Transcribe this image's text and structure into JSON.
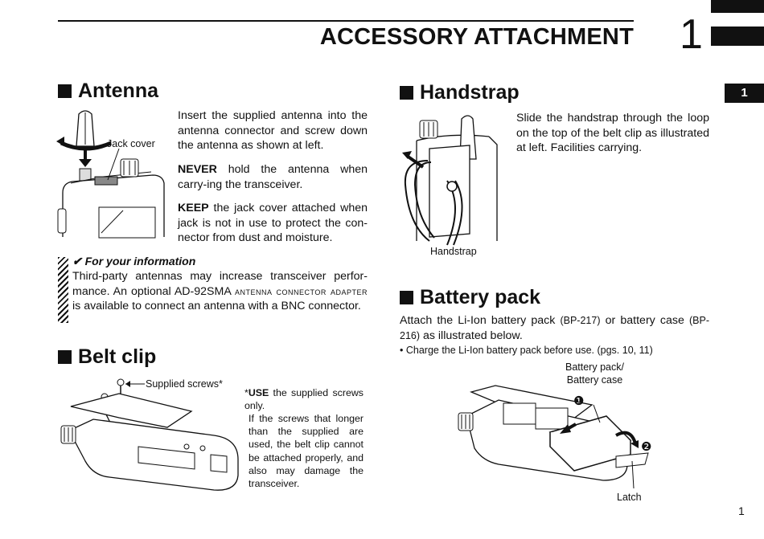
{
  "header": {
    "title": "ACCESSORY ATTACHMENT",
    "chapter_number": "1",
    "tab_label": "1",
    "page_number": "1"
  },
  "antenna": {
    "title": "Antenna",
    "jack_cover_label": "Jack cover",
    "para1": "Insert the supplied antenna into the antenna connector and screw down the antenna as shown at left.",
    "never_bold": "NEVER",
    "never_rest": " hold the antenna when carry-ing the transceiver.",
    "keep_bold": "KEEP",
    "keep_rest": " the jack cover attached when jack is not in use to protect the con-nector from dust and moisture."
  },
  "info": {
    "heading": "✔ For your information",
    "text_a": "Third-party antennas may increase transceiver perfor-mance. An optional AD-92SMA ",
    "text_sc": "antenna connector adapter",
    "text_b": " is available to connect an antenna with a BNC connector."
  },
  "belt_clip": {
    "title": "Belt clip",
    "screws_label": "Supplied screws*",
    "note_star": "*",
    "note_bold": "USE",
    "note_rest": " the supplied screws only.",
    "note_para": "If the screws that longer than the supplied are used, the belt clip cannot be attached properly, and also may damage the transceiver."
  },
  "handstrap": {
    "title": "Handstrap",
    "text": "Slide the handstrap through the loop on the top of the belt clip as illustrated at left. Facilities carrying.",
    "label": "Handstrap"
  },
  "battery": {
    "title": "Battery pack",
    "text_a": "Attach the Li-Ion battery pack ",
    "text_bp1": "(BP-217)",
    "text_b": " or battery case ",
    "text_bp2": "(BP-216)",
    "text_c": " as illustrated below.",
    "bullet": "• Charge the Li-Ion battery pack before use. (pgs. 10, 11)",
    "label_pack": "Battery pack/",
    "label_case": "Battery case",
    "label_latch": "Latch",
    "step1": "❶",
    "step2": "❷"
  }
}
